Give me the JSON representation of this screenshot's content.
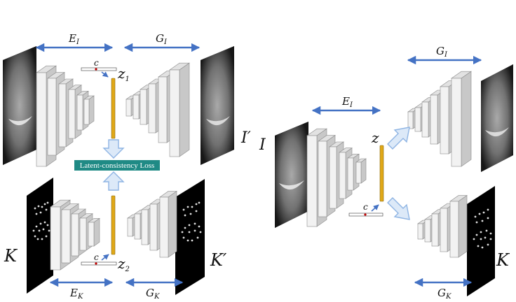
{
  "left_panel": {
    "encoder_image": {
      "label": "E",
      "sub": "I"
    },
    "decoder_image": {
      "label": "G",
      "sub": "I"
    },
    "encoder_keypoints": {
      "label": "E",
      "sub": "K"
    },
    "decoder_keypoints": {
      "label": "G",
      "sub": "K"
    },
    "latent_top": {
      "label": "z",
      "sub": "1"
    },
    "latent_bottom": {
      "label": "z",
      "sub": "2"
    },
    "condition_top": "c",
    "condition_bottom": "c",
    "loss_label": "Latent-consistency Loss",
    "input_bottom_label": "K",
    "output_bottom_label": "K′"
  },
  "right_panel": {
    "encoder_image": {
      "label": "E",
      "sub": "I"
    },
    "decoder_image": {
      "label": "G",
      "sub": "I"
    },
    "decoder_keypoints": {
      "label": "G",
      "sub": "K"
    },
    "latent": "z",
    "condition": "c",
    "output_image_label": "I′",
    "input_image_label": "I",
    "output_keypoints_label": "K"
  },
  "colors": {
    "arrow_blue": "#4472c4",
    "latent_gold": "#e0a817",
    "loss_teal": "#1f8a85",
    "block_face": "#f2f2f2",
    "block_side": "#c8c8c8",
    "block_top": "#e2e2e2",
    "condition_red": "#c00000",
    "hollow_arrow_fill": "#dce9f8",
    "hollow_arrow_stroke": "#8eb4e3"
  }
}
